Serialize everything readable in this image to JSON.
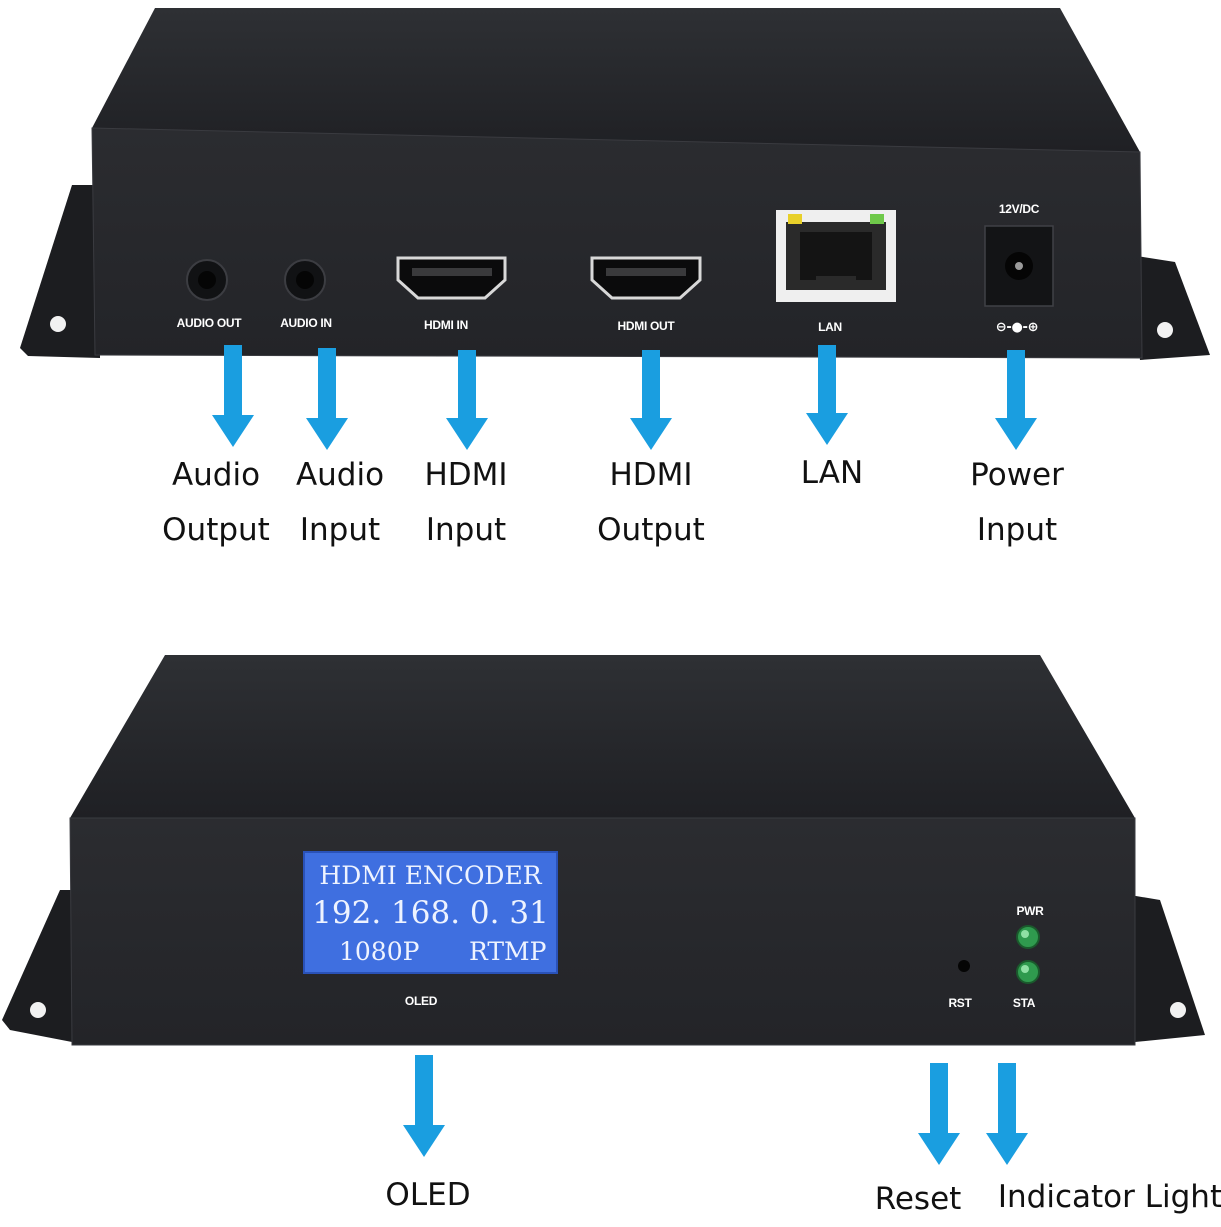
{
  "rear_panel": {
    "ports": [
      {
        "id": "audio-out",
        "label": "AUDIO OUT"
      },
      {
        "id": "audio-in",
        "label": "AUDIO IN"
      },
      {
        "id": "hdmi-in",
        "label": "HDMI IN"
      },
      {
        "id": "hdmi-out",
        "label": "HDMI OUT"
      },
      {
        "id": "lan",
        "label": "LAN"
      },
      {
        "id": "power",
        "label": "12V/DC",
        "polarity": "⊖-●-⊕"
      }
    ],
    "callouts": [
      {
        "line1": "Audio",
        "line2": "Output"
      },
      {
        "line1": "Audio",
        "line2": "Input"
      },
      {
        "line1": "HDMI",
        "line2": "Input"
      },
      {
        "line1": "HDMI",
        "line2": "Output"
      },
      {
        "line1": "LAN",
        "line2": ""
      },
      {
        "line1": "Power",
        "line2": "Input"
      }
    ]
  },
  "front_panel": {
    "oled_screen": {
      "line1": "HDMI ENCODER",
      "line2": "192. 168. 0. 31",
      "line3_left": "1080P",
      "line3_right": "RTMP"
    },
    "labels": {
      "oled": "OLED",
      "rst": "RST",
      "pwr": "PWR",
      "sta": "STA"
    },
    "callouts": {
      "oled": "OLED",
      "reset": "Reset",
      "indicator": "Indicator Light"
    }
  },
  "colors": {
    "chassis": "#26272b",
    "arrow": "#1a9ee0",
    "oled": "#3f6fe0",
    "led": "#2f9a4e"
  }
}
